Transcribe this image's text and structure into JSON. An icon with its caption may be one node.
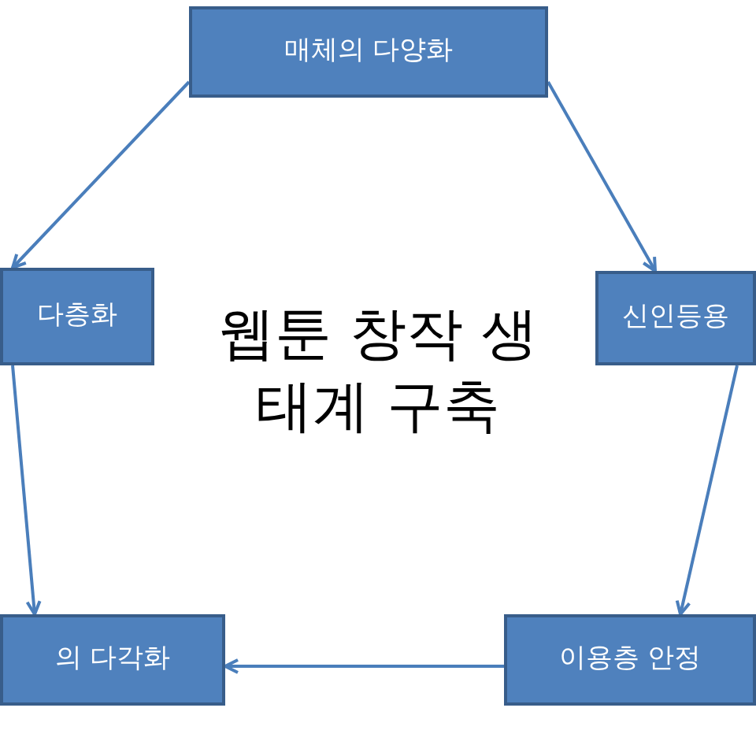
{
  "diagram": {
    "nodes": [
      {
        "text": [
          "매체의 다양화"
        ]
      },
      {
        "text": [
          "다층화"
        ]
      },
      {
        "text": [
          "신인등용"
        ]
      },
      {
        "text": [
          "의 다각화"
        ]
      },
      {
        "text": [
          "이용층 안정"
        ]
      }
    ],
    "edges": [
      {
        "from": 0,
        "to": 1,
        "arrow": "to"
      },
      {
        "from": 0,
        "to": 2,
        "arrow": "to"
      },
      {
        "from": 2,
        "to": 4,
        "arrow": "to"
      },
      {
        "from": 4,
        "to": 3,
        "arrow": "to"
      },
      {
        "from": 1,
        "to": 3,
        "arrow": "to"
      }
    ],
    "labels": [
      "웹툰 창작 생태계 구축"
    ]
  }
}
